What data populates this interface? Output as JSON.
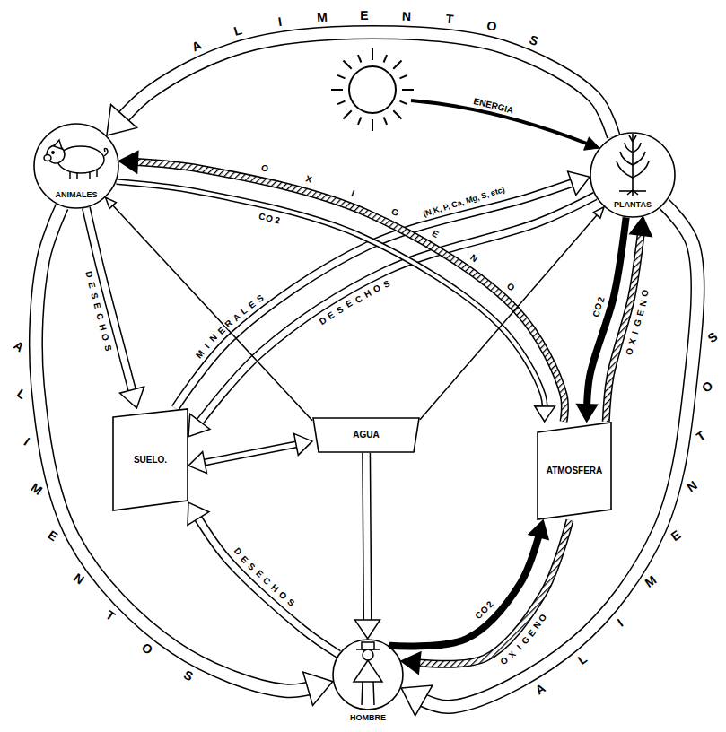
{
  "diagram": {
    "nodes": [
      {
        "text": [
          "ANIMALES"
        ]
      },
      {
        "text": [
          "PLANTAS"
        ]
      },
      {
        "text": [
          "SUELO."
        ]
      },
      {
        "text": [
          "AGUA"
        ]
      },
      {
        "text": [
          "ATMOSFERA"
        ]
      },
      {
        "text": [
          "HOMBRE"
        ]
      }
    ],
    "edges": [
      {
        "from": 1,
        "to": 0,
        "arrow": "to",
        "label": "ALIMENTOS"
      },
      {
        "from": 0,
        "to": 5,
        "arrow": "to",
        "label": "ALIMENTOS"
      },
      {
        "from": 1,
        "to": 5,
        "arrow": "to",
        "label": "ALIMENTOS"
      },
      {
        "from": 0,
        "to": 2,
        "arrow": "to",
        "label": "DESECHOS"
      },
      {
        "from": 5,
        "to": 2,
        "arrow": "to",
        "label": "DESECHOS"
      },
      {
        "from": 1,
        "to": 2,
        "arrow": "to",
        "label": "DESECHOS"
      },
      {
        "from": 2,
        "to": 1,
        "arrow": "to",
        "label": "MINERALES"
      },
      {
        "from": 4,
        "to": 0,
        "arrow": "to",
        "label": "OXIGENO"
      },
      {
        "from": 0,
        "to": 4,
        "arrow": "to",
        "label": "CO2"
      },
      {
        "from": 1,
        "to": 4,
        "arrow": "to",
        "label": "CO2"
      },
      {
        "from": 4,
        "to": 1,
        "arrow": "to",
        "label": "OXIGENO"
      },
      {
        "from": 5,
        "to": 4,
        "arrow": "to",
        "label": "CO2"
      },
      {
        "from": 4,
        "to": 5,
        "arrow": "to",
        "label": "OXIGENO"
      },
      {
        "from": 3,
        "to": 0,
        "arrow": "to"
      },
      {
        "from": 3,
        "to": 1,
        "arrow": "to"
      },
      {
        "from": 3,
        "to": 5,
        "arrow": "to"
      },
      {
        "from": 2,
        "to": 3,
        "arrow": "both"
      }
    ],
    "labels": [
      "ENERGIA",
      "(N,K, P, Ca, Mg, S, etc)"
    ]
  }
}
